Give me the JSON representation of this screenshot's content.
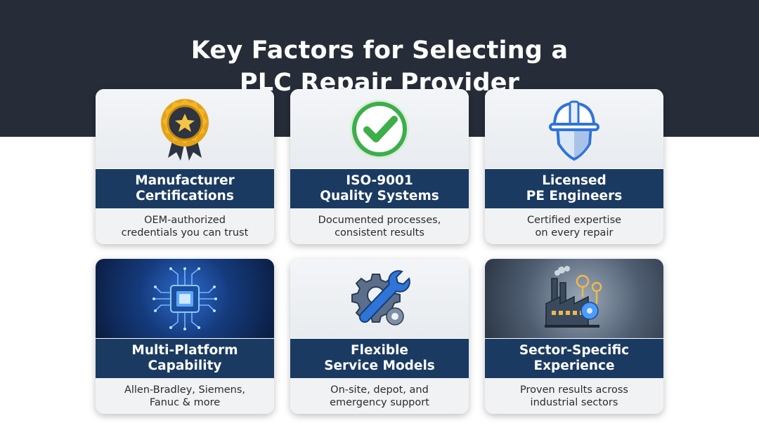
{
  "title": {
    "line1": "Key Factors for Selecting a",
    "line2": "PLC Repair Provider"
  },
  "cards": [
    {
      "icon": "award-badge-icon",
      "heading": [
        "Manufacturer",
        "Certifications"
      ],
      "description": [
        "OEM-authorized",
        "credentials you can trust"
      ]
    },
    {
      "icon": "checkmark-circle-icon",
      "heading": [
        "ISO-9001",
        "Quality Systems"
      ],
      "description": [
        "Documented processes,",
        "consistent results"
      ]
    },
    {
      "icon": "hard-hat-shield-icon",
      "heading": [
        "Licensed",
        "PE Engineers"
      ],
      "description": [
        "Certified expertise",
        "on every repair"
      ]
    },
    {
      "icon": "microchip-circuit-icon",
      "heading": [
        "Multi-Platform",
        "Capability"
      ],
      "description": [
        "Allen-Bradley, Siemens,",
        "Fanuc & more"
      ]
    },
    {
      "icon": "gear-wrench-icon",
      "heading": [
        "Flexible",
        "Service Models"
      ],
      "description": [
        "On-site, depot, and",
        "emergency support"
      ]
    },
    {
      "icon": "factory-gears-icon",
      "heading": [
        "Sector-Specific",
        "Experience"
      ],
      "description": [
        "Proven results across",
        "industrial sectors"
      ]
    }
  ],
  "colors": {
    "header_background": "#262d38",
    "heading_bar": "#1a3a61",
    "description_background": "#f1f2f4",
    "gold_accent": "#e3a21a",
    "green_accent": "#3cae4a",
    "blue_accent": "#2f74d8"
  }
}
